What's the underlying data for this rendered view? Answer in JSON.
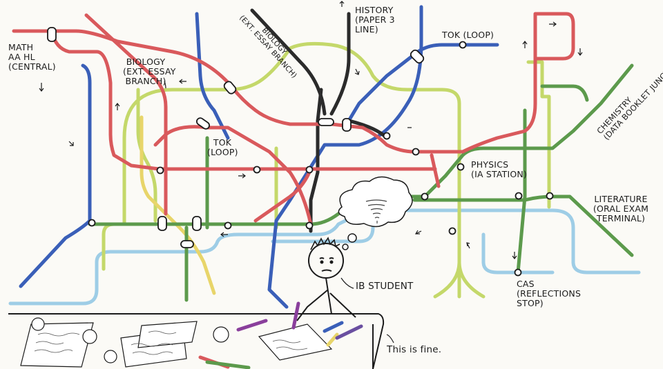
{
  "labels": {
    "math": "MATH\nAA HL\n(CENTRAL)",
    "biology_main": "BIOLOGY\n(EXT. ESSAY\nBRANCH)",
    "biology_rotated": "BIOLOGY\n(EXT. ESSAY BRANCH)",
    "history": "HISTORY\n(PAPER 3\nLINE)",
    "tok_top": "TOK (LOOP)",
    "tok_mid": "TOK\n(LOOP)",
    "chemistry": "CHEMISTRY\n(DATA BOOKLET JUNCTION)",
    "physics": "PHYSICS\n(IA STATION)",
    "literature": "LITERATURE\n(ORAL EXAM\nTERMINAL)",
    "cas": "CAS\n(REFLECTIONS\nSTOP)",
    "student": "IB STUDENT",
    "caption": "This is fine."
  },
  "colors": {
    "red": "#d9595c",
    "dark_red": "#c84a4e",
    "blue": "#3a5fb8",
    "light_blue": "#9ecde6",
    "lime": "#c4d86a",
    "green": "#5c9a4c",
    "dark_green": "#4d8a44",
    "black": "#2b2b2b",
    "yellow": "#e8d56a",
    "ink": "#1b1b1b",
    "paper": "#fbfaf6"
  }
}
